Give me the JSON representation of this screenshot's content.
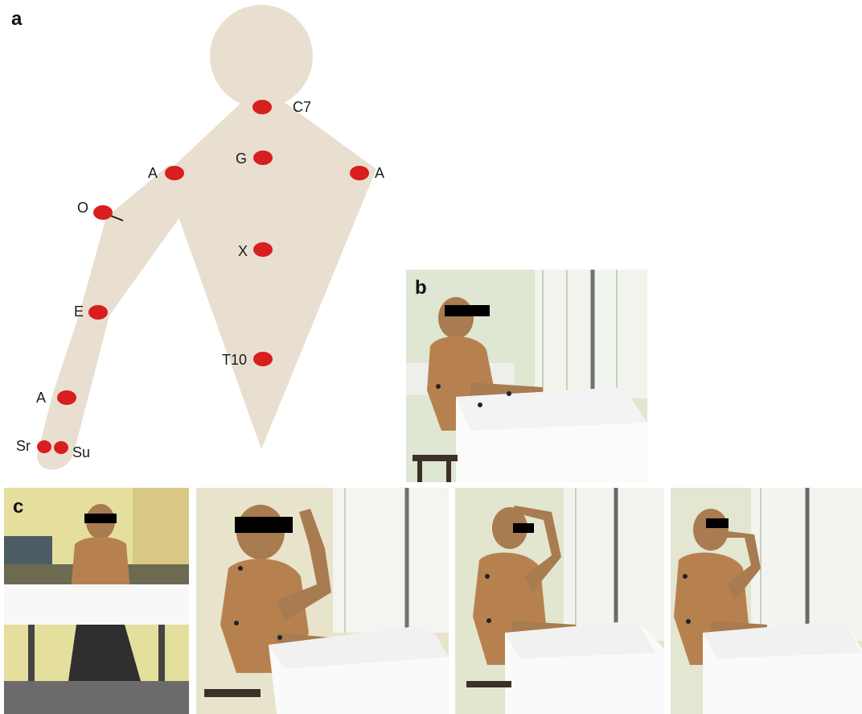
{
  "panel_labels": {
    "a": "a",
    "b": "b",
    "c": "c"
  },
  "body_diagram": {
    "silhouette_color": "#e8dfd0",
    "marker_color": "#d81e1e",
    "markers": [
      {
        "id": "c7",
        "label": "C7"
      },
      {
        "id": "g",
        "label": "G"
      },
      {
        "id": "a-right",
        "label": "A"
      },
      {
        "id": "a-left",
        "label": "A"
      },
      {
        "id": "o",
        "label": "O"
      },
      {
        "id": "x",
        "label": "X"
      },
      {
        "id": "e",
        "label": "E"
      },
      {
        "id": "t10",
        "label": "T10"
      },
      {
        "id": "a-forearm",
        "label": "A"
      },
      {
        "id": "sr",
        "label": "Sr"
      },
      {
        "id": "su",
        "label": "Su"
      }
    ]
  },
  "photos": {
    "b": {
      "depicts": "seated-side-view-reaching"
    },
    "c": [
      {
        "depicts": "front-view-seated-at-table"
      },
      {
        "depicts": "hand-to-head-side-view"
      },
      {
        "depicts": "hand-on-head-side-view"
      },
      {
        "depicts": "hand-to-mouth-side-view"
      }
    ]
  }
}
